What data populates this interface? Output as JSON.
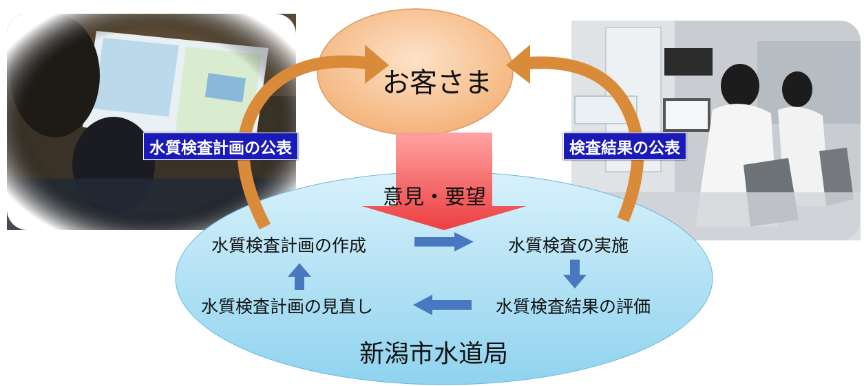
{
  "diagram": {
    "customer": "お客さま",
    "bureau": "新潟市水道局",
    "feedback": "意見・要望",
    "publish_plan": "水質検査計画の公表",
    "publish_results": "検査結果の公表",
    "cycle": {
      "create_plan": "水質検査計画の作成",
      "conduct": "水質検査の実施",
      "evaluate": "水質検査結果の評価",
      "review": "水質検査計画の見直し"
    }
  },
  "colors": {
    "customer_ellipse": "#f8c190",
    "bureau_ellipse": "#a8dcf0",
    "feedback_arrow": "#f24a4a",
    "curved_arrow": "#d98b3a",
    "badge_bg": "#1a1ab8",
    "cycle_arrow": "#4a78c0"
  },
  "photos": {
    "left": "photo-family-reading-brochure",
    "right": "photo-laboratory-staff-at-instruments"
  }
}
